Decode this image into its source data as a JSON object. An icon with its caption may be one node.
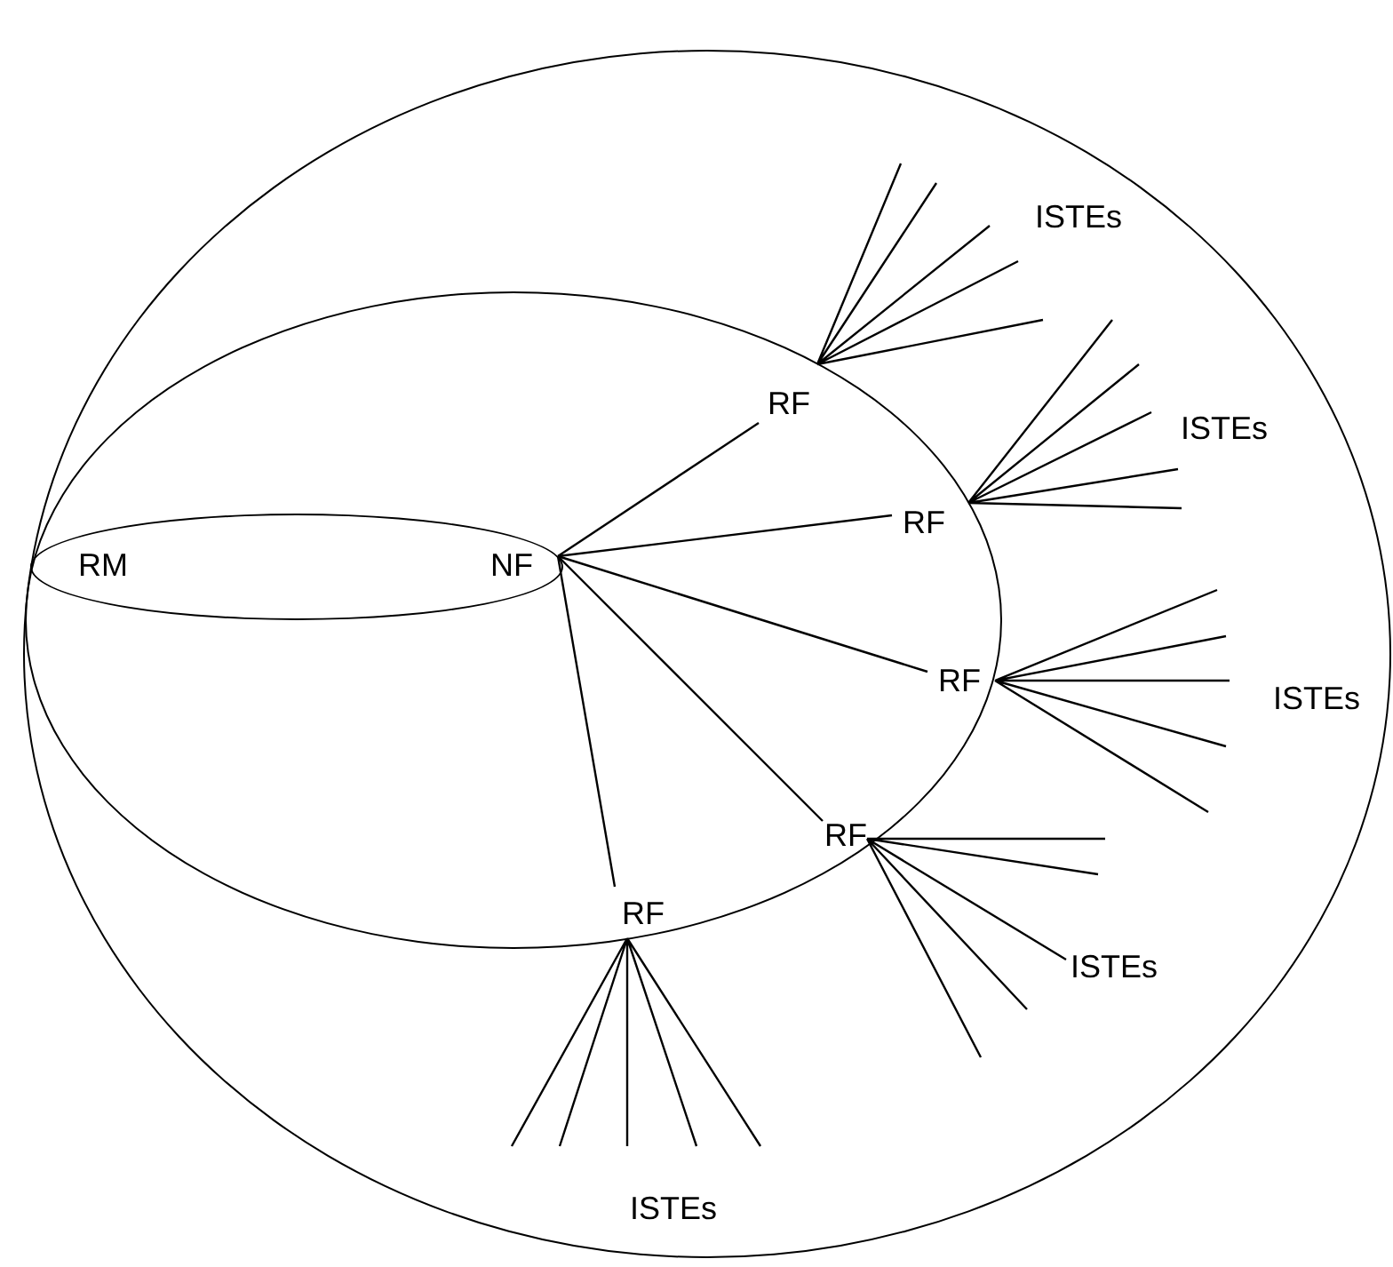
{
  "diagram": {
    "nodes": [
      {
        "text": [],
        "shape": "ellipse"
      },
      {
        "text": [],
        "shape": "ellipse",
        "in": 0
      },
      {
        "text": [
          "RM"
        ],
        "in": 1
      },
      {
        "text": [
          "NF"
        ],
        "in": 2
      },
      {
        "text": [
          "RF"
        ],
        "in": 1
      },
      {
        "text": [
          "RF"
        ],
        "in": 1
      },
      {
        "text": [
          "RF"
        ],
        "in": 1
      },
      {
        "text": [
          "RF"
        ],
        "in": 1
      },
      {
        "text": [
          "RF"
        ],
        "in": 1
      },
      {
        "text": [
          "ISTEs"
        ],
        "in": 0
      },
      {
        "text": [
          "ISTEs"
        ],
        "in": 0
      },
      {
        "text": [
          "ISTEs"
        ],
        "in": 0
      },
      {
        "text": [
          "ISTEs"
        ],
        "in": 0
      },
      {
        "text": [
          "ISTEs"
        ],
        "in": 0
      }
    ],
    "edges": [
      {
        "from": 3,
        "to": 4,
        "arrow": "none"
      },
      {
        "from": 3,
        "to": 5,
        "arrow": "none"
      },
      {
        "from": 3,
        "to": 6,
        "arrow": "none"
      },
      {
        "from": 3,
        "to": 7,
        "arrow": "none"
      },
      {
        "from": 3,
        "to": 8,
        "arrow": "none"
      }
    ]
  }
}
